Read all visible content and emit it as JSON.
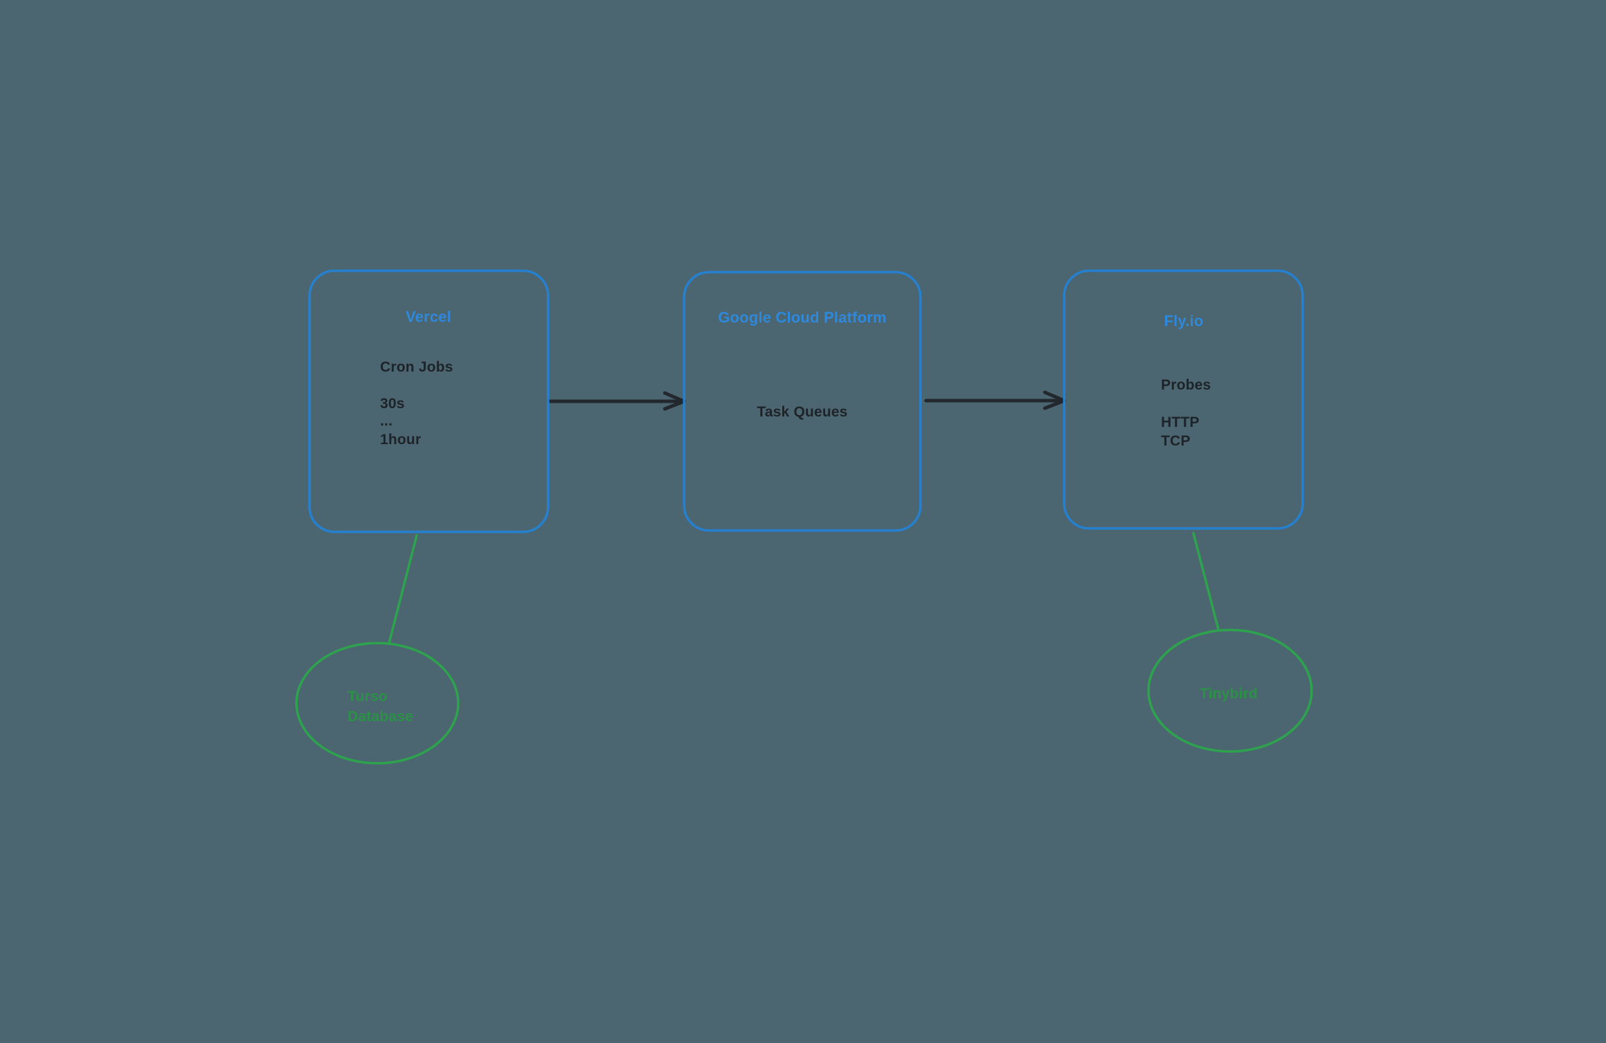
{
  "canvas": {
    "background": "#4b6670"
  },
  "colors": {
    "node_stroke": "#2680d0",
    "node_title_text": "#2e89dc",
    "body_text": "#1d2328",
    "arrow": "#22282e",
    "green_stroke": "#2da34d",
    "green_text": "#2b9147"
  },
  "nodes": {
    "vercel": {
      "title": "Vercel",
      "heading": "Cron Jobs",
      "items": [
        "30s",
        "...",
        "1hour"
      ]
    },
    "gcp": {
      "title": "Google Cloud Platform",
      "body": "Task Queues"
    },
    "flyio": {
      "title": "Fly.io",
      "heading": "Probes",
      "items": [
        "HTTP",
        "TCP"
      ]
    },
    "turso": {
      "lines": [
        "Turso",
        "Database"
      ]
    },
    "tinybird": {
      "label": "Tinybird"
    }
  }
}
